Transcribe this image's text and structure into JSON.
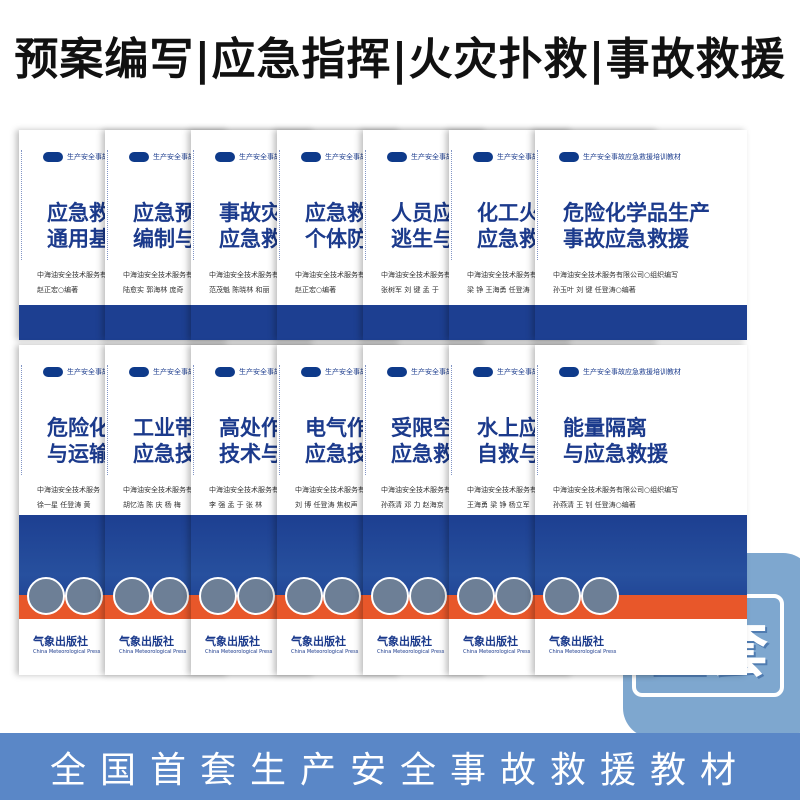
{
  "header": {
    "title": "预案编写|应急指挥|火灾扑救|事故救援"
  },
  "series_label": "生产安全事故应急救援培训教材",
  "press_cn": "气象出版社",
  "press_en": "China Meteorological Press",
  "top_row": [
    {
      "title": "应急救\n通用基",
      "pub": "中海油安全技术服务有限",
      "authors": "赵正宏○编著"
    },
    {
      "title": "应急预\n编制与",
      "pub": "中海油安全技术服务有",
      "authors": "陆愈实 郭海林 庞奇"
    },
    {
      "title": "事故灾\n应急救",
      "pub": "中海油安全技术服务有",
      "authors": "范茂魁 陈晓林 和丽"
    },
    {
      "title": "应急救\n个体防",
      "pub": "中海油安全技术服务有",
      "authors": "赵正宏○编著"
    },
    {
      "title": "人员应\n逃生与",
      "pub": "中海油安全技术服务有限",
      "authors": "张树军 刘 键 孟 于"
    },
    {
      "title": "化工火\n应急救",
      "pub": "中海油安全技术服务有",
      "authors": "梁 铮 王海勇 任登涛"
    },
    {
      "title": "危险化学品生产\n事故应急救援",
      "pub": "中海油安全技术服务有限公司○组织编写",
      "authors": "孙玉叶 刘 键 任登涛○编著"
    }
  ],
  "bottom_row": [
    {
      "title": "危险化\n与运输",
      "pub": "中海油安全技术服务",
      "authors": "徐一星 任登涛 黄"
    },
    {
      "title": "工业带\n应急技",
      "pub": "中海油安全技术服务有",
      "authors": "胡忆浩 陈 庆 杨 梅"
    },
    {
      "title": "高处作\n技术与",
      "pub": "中海油安全技术服务有",
      "authors": "李 强 孟 于 张 林"
    },
    {
      "title": "电气作\n应急技",
      "pub": "中海油安全技术服务有限",
      "authors": "刘 博 任登涛 焦权声"
    },
    {
      "title": "受限空\n应急救",
      "pub": "中海油安全技术服务有限",
      "authors": "孙燕清 邓 力 赵海京"
    },
    {
      "title": "水上应\n自救与",
      "pub": "中海油安全技术服务有限",
      "authors": "王海勇 梁 铮 杨立军"
    },
    {
      "title": "能量隔离\n与应急救援",
      "pub": "中海油安全技术服务有限公司○组织编写",
      "authors": "孙燕清 王 钊 任登涛○编著"
    }
  ],
  "badge": {
    "text": "全套"
  },
  "footer": {
    "text": "全国首套生产安全事故救援教材"
  },
  "colors": {
    "title_blue": "#1b3a8c",
    "band_blue": "#1d3f91",
    "orange": "#e8572a",
    "footer_blue": "#5a87c7"
  }
}
